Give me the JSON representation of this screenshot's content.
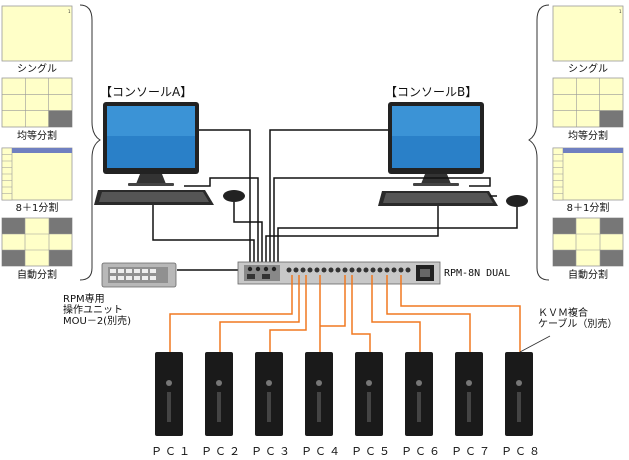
{
  "consoles": [
    {
      "title": "【コンソールA】"
    },
    {
      "title": "【コンソールB】"
    }
  ],
  "layouts_left": [
    "シングル",
    "均等分割",
    "8＋1分割",
    "自動分割"
  ],
  "layouts_right": [
    "シングル",
    "均等分割",
    "8＋1分割",
    "自動分割"
  ],
  "unit": {
    "model": "RPM-8N DUAL"
  },
  "mou_note": "RPM専用\n操作ユニット\nMOU－2(別売)",
  "cable_note": "ＫＶＭ複合\nケーブル（別売）",
  "pcs": [
    "ＰＣ１",
    "ＰＣ２",
    "ＰＣ３",
    "ＰＣ４",
    "ＰＣ５",
    "ＰＣ６",
    "ＰＣ７",
    "ＰＣ８"
  ],
  "colors": {
    "cable_black": "#111111",
    "cable_orange": "#f07820",
    "panel_yellow": "#ffffc8",
    "tower": "#1a1a1a"
  }
}
